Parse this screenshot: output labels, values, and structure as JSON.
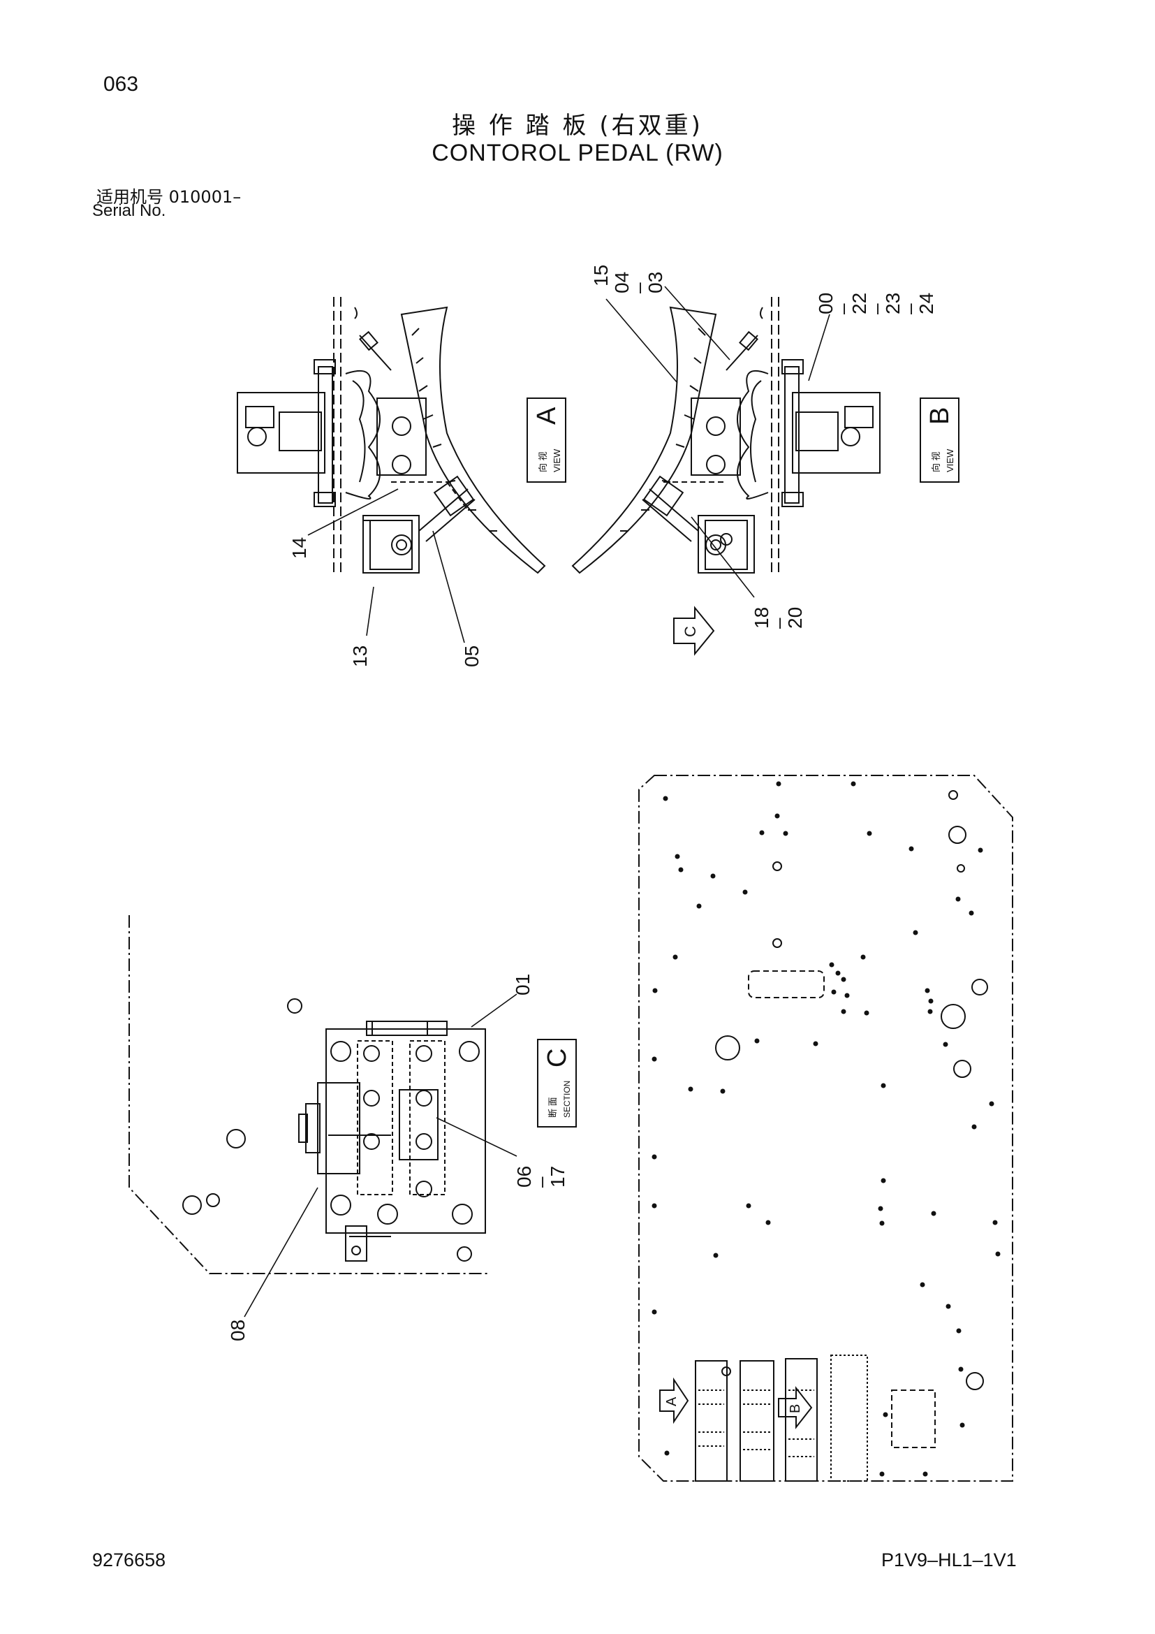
{
  "header": {
    "page_number": "063",
    "title_cn": "操 作 踏 板 (右双重)",
    "title_en": "CONTOROL PEDAL (RW)",
    "serial_cn": "适用机号  010001–",
    "serial_en": "Serial No."
  },
  "views": {
    "view_a": {
      "letter": "A",
      "cn": "向 视",
      "en": "VIEW"
    },
    "view_b": {
      "letter": "B",
      "cn": "向 视",
      "en": "VIEW"
    },
    "section_c": {
      "letter": "C",
      "cn": "断 面",
      "en": "SECTION"
    },
    "arrow_c": "C",
    "arrow_a": "A",
    "arrow_b": "B"
  },
  "part_callouts": {
    "p15": "15",
    "p04_03": "04\n–\n03",
    "p00_24": "00\n–\n22\n–\n23\n–\n24",
    "p14": "14",
    "p13": "13",
    "p05": "05",
    "p18_20": "18\n–\n20",
    "p01": "01",
    "p06_17": "06\n–\n17",
    "p08": "08"
  },
  "footer": {
    "doc_number": "9276658",
    "doc_code": "P1V9–HL1–1V1"
  }
}
